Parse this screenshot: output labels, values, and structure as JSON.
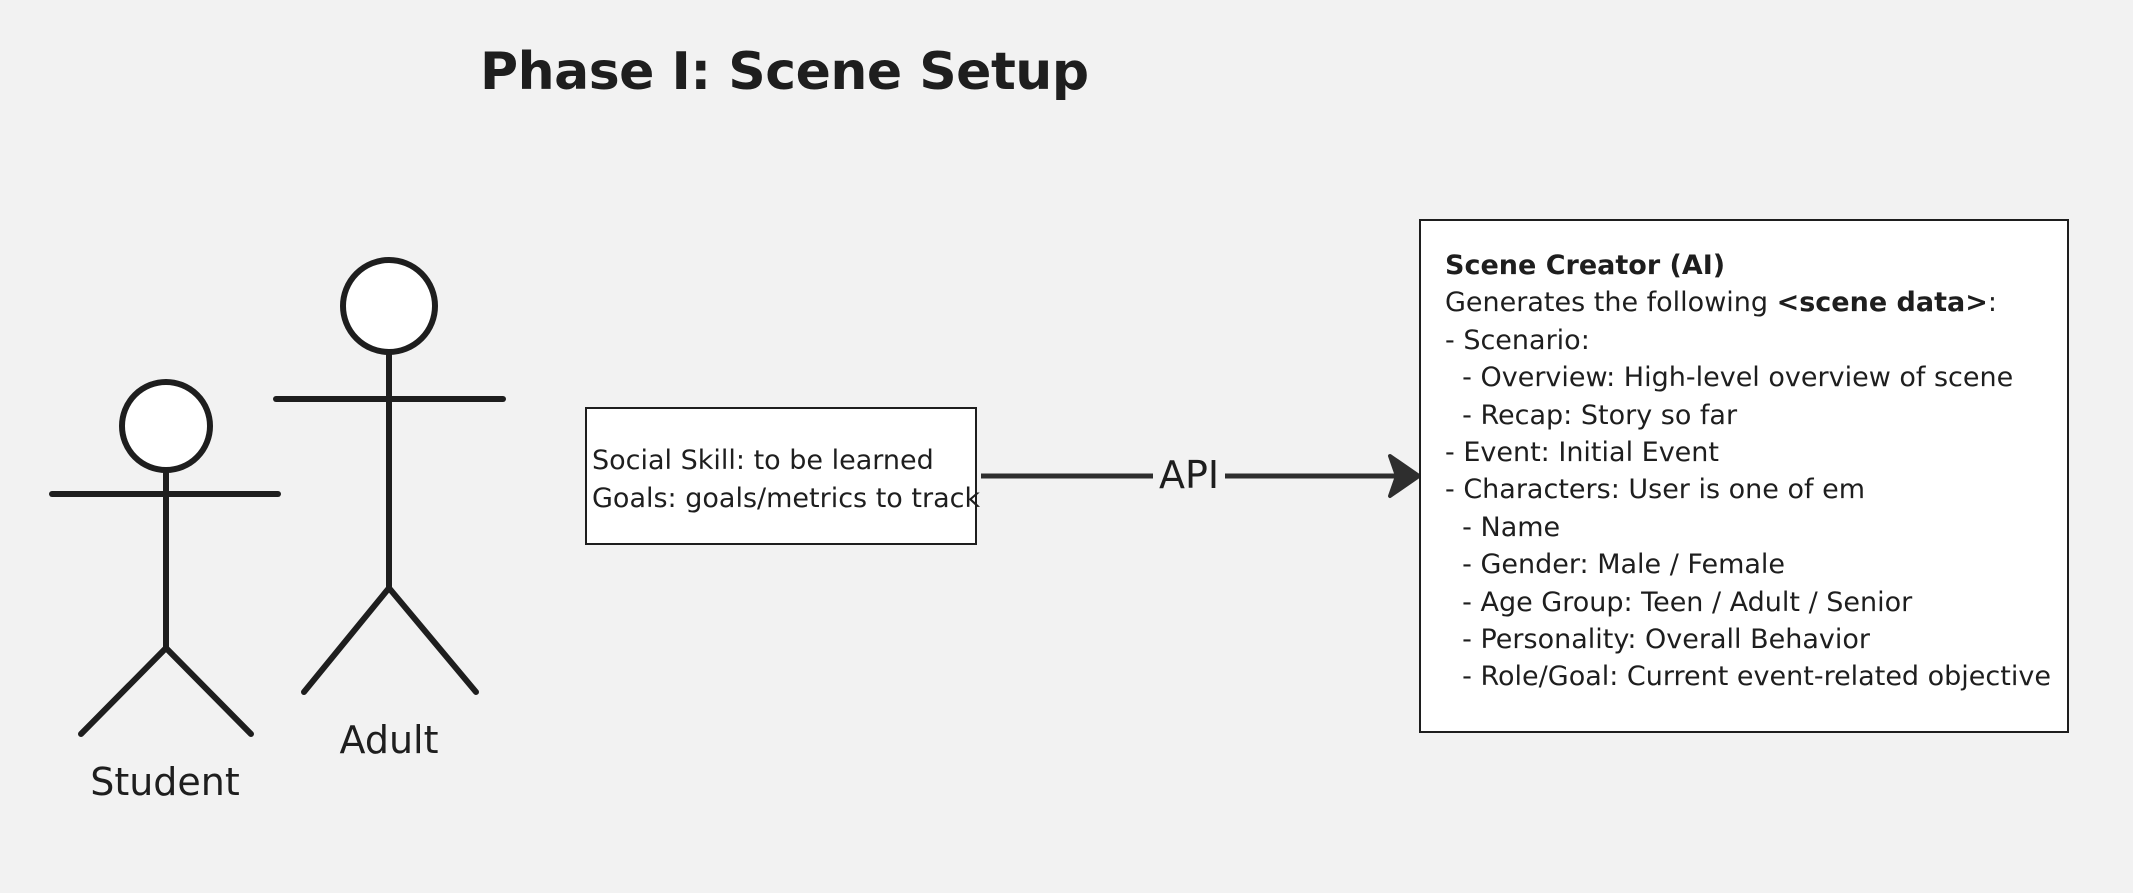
{
  "title": "Phase I: Scene Setup",
  "actors": [
    {
      "label": "Student",
      "icon": "stick-figure-icon"
    },
    {
      "label": "Adult",
      "icon": "stick-figure-icon"
    }
  ],
  "input_box": {
    "lines": [
      "Social Skill: to be learned",
      "Goals: goals/metrics to track"
    ]
  },
  "connector": {
    "label": "API",
    "arrow_icon": "arrow-right-icon"
  },
  "scene_creator": {
    "title": "Scene Creator (AI)",
    "intro_prefix": "Generates the following ",
    "intro_bold": "<scene data>",
    "intro_suffix": ":",
    "lines": [
      "- Scenario:",
      "  - Overview: High-level overview of scene",
      "  - Recap: Story so far",
      "- Event: Initial Event",
      "- Characters: User is one of em",
      "  - Name",
      "  - Gender: Male / Female",
      "  - Age Group: Teen / Adult / Senior",
      "  - Personality: Overall Behavior",
      "  - Role/Goal: Current event-related objective"
    ]
  },
  "colors": {
    "background": "#f2f2f2",
    "ink": "#1e1e1e",
    "box_fill": "#ffffff"
  }
}
